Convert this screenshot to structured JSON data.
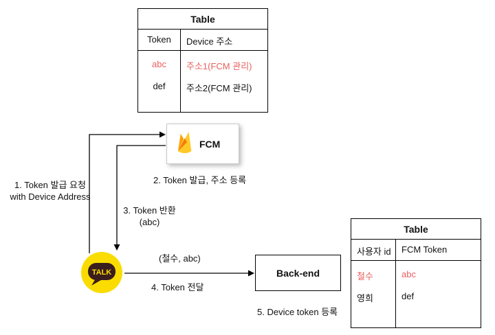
{
  "colors": {
    "red": "#e9605f",
    "black": "#111111",
    "kakao_yellow": "#fadc00",
    "kakao_brown": "#3a1d1d",
    "flame_yellow": "#ffca28",
    "flame_orange": "#f57c00",
    "flame_amber": "#ffa000"
  },
  "top_table": {
    "title": "Table",
    "headers": [
      "Token",
      "Device 주소"
    ],
    "rows": [
      {
        "token": "abc",
        "address": "주소1(FCM 관리)"
      },
      {
        "token": "def",
        "address": "주소2(FCM 관리)"
      }
    ]
  },
  "bottom_table": {
    "title": "Table",
    "headers": [
      "사용자 id",
      "FCM Token"
    ],
    "rows": [
      {
        "user": "철수",
        "token": "abc"
      },
      {
        "user": "영희",
        "token": "def"
      }
    ]
  },
  "nodes": {
    "fcm": {
      "label": "FCM"
    },
    "backend": {
      "label": "Back-end"
    },
    "kakao": {
      "label": "TALK"
    }
  },
  "labels": {
    "step1_line1": "1. Token 발급 요청",
    "step1_line2": "with Device Address",
    "step2": "2. Token 발급, 주소 등록",
    "step3_line1": "3. Token 반환",
    "step3_line2": "(abc)",
    "arrow4_payload": "(철수, abc)",
    "step4": "4. Token 전달",
    "step5": "5. Device token 등록"
  }
}
